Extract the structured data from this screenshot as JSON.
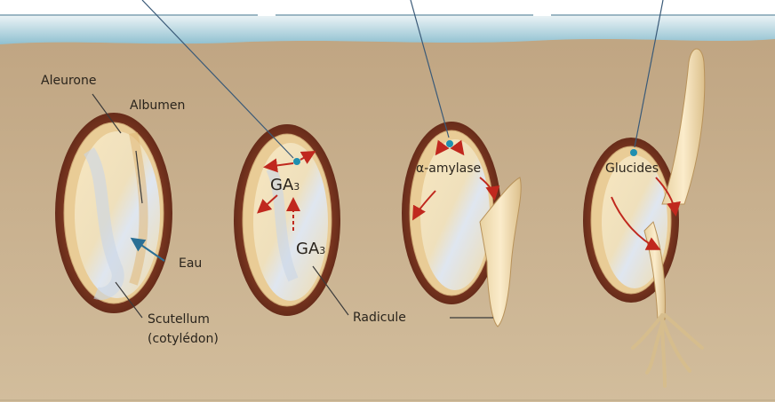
{
  "labels": {
    "aleurone": "Aleurone",
    "albumen": "Albumen",
    "eau": "Eau",
    "scutellum": "Scutellum",
    "cotyledon": "(cotylédon)",
    "ga3_top": "GA",
    "ga3_top_sub": "3",
    "ga3_bottom": "GA",
    "ga3_bottom_sub": "3",
    "radicule": "Radicule",
    "alpha_amylase": "α-amylase",
    "glucides": "Glucides"
  },
  "colors": {
    "soil": "#c9b291",
    "sky_strip": "#9ccad8",
    "seed_coat": "#6b2d1c",
    "endosperm": "#f3e1b8",
    "arrow_red": "#c0281e",
    "dot_blue": "#1f8fb0",
    "leader_line": "#3a5a78"
  },
  "icons": [
    "seed-stage-1",
    "seed-stage-2",
    "seed-stage-3",
    "seed-stage-4",
    "root-system-icon"
  ]
}
